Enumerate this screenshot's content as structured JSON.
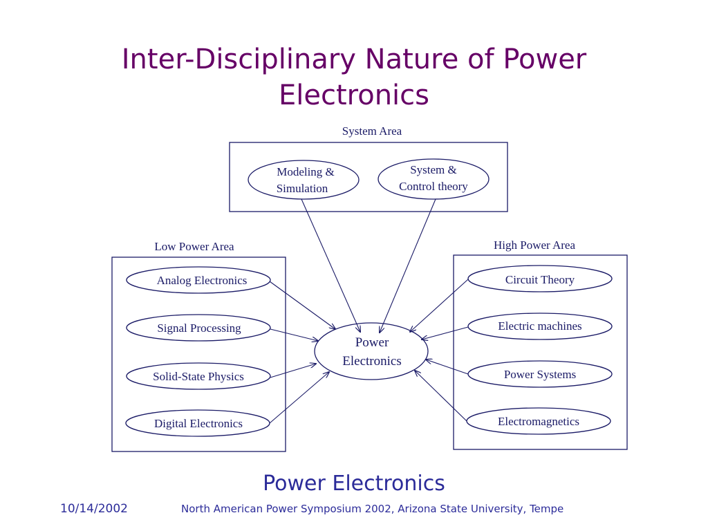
{
  "title": {
    "line1": "Inter-Disciplinary Nature of Power",
    "line2": "Electronics"
  },
  "areas": {
    "system": {
      "label": "System Area",
      "nodes": [
        {
          "id": "modeling",
          "lines": [
            "Modeling &",
            "Simulation"
          ]
        },
        {
          "id": "control",
          "lines": [
            "System &",
            "Control theory"
          ]
        }
      ]
    },
    "low_power": {
      "label": "Low Power Area",
      "nodes": [
        {
          "id": "analog",
          "lines": [
            "Analog Electronics"
          ]
        },
        {
          "id": "signal",
          "lines": [
            "Signal Processing"
          ]
        },
        {
          "id": "solid",
          "lines": [
            "Solid-State Physics"
          ]
        },
        {
          "id": "digital",
          "lines": [
            "Digital Electronics"
          ]
        }
      ]
    },
    "high_power": {
      "label": "High Power Area",
      "nodes": [
        {
          "id": "circuit",
          "lines": [
            "Circuit Theory"
          ]
        },
        {
          "id": "machines",
          "lines": [
            "Electric machines"
          ]
        },
        {
          "id": "systems",
          "lines": [
            "Power Systems"
          ]
        },
        {
          "id": "em",
          "lines": [
            "Electromagnetics"
          ]
        }
      ]
    }
  },
  "center": {
    "lines": [
      "Power",
      "Electronics"
    ]
  },
  "footer": {
    "title": "Power Electronics",
    "date": "10/14/2002",
    "conference": "North American Power Symposium 2002, Arizona State University, Tempe"
  },
  "colors": {
    "title": "#660066",
    "stroke": "#1a1a66",
    "footer": "#2b2b99"
  }
}
